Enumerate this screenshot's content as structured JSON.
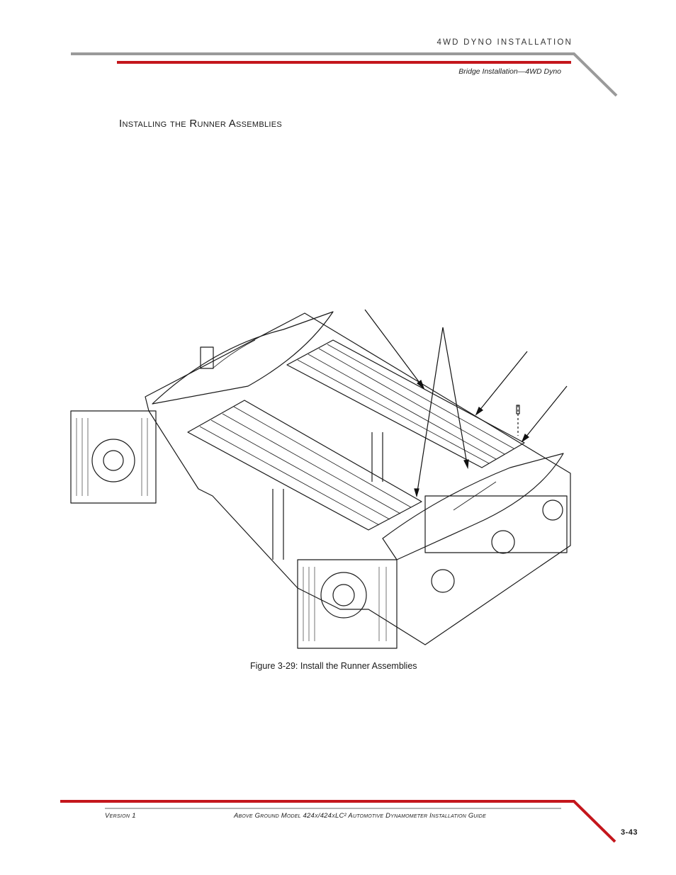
{
  "header": {
    "chapter_title": "4WD DYNO INSTALLATION",
    "section_title": "Bridge Installation—4WD Dyno"
  },
  "content": {
    "heading": "Installing the Runner Assemblies",
    "figure_caption": "Figure 3-29: Install the Runner Assemblies",
    "figure_alt": "Isometric line drawing of the 4WD dynamometer frame with runner assemblies installed between roll sets"
  },
  "footer": {
    "version": "Version 1",
    "title": "Above Ground Model 424x/424xLC² Automotive Dynamometer Installation Guide",
    "page_number": "3-43"
  },
  "colors": {
    "accent_red": "#c4161c",
    "rule_gray": "#9a9a9a",
    "line": "#1a1a1a"
  }
}
